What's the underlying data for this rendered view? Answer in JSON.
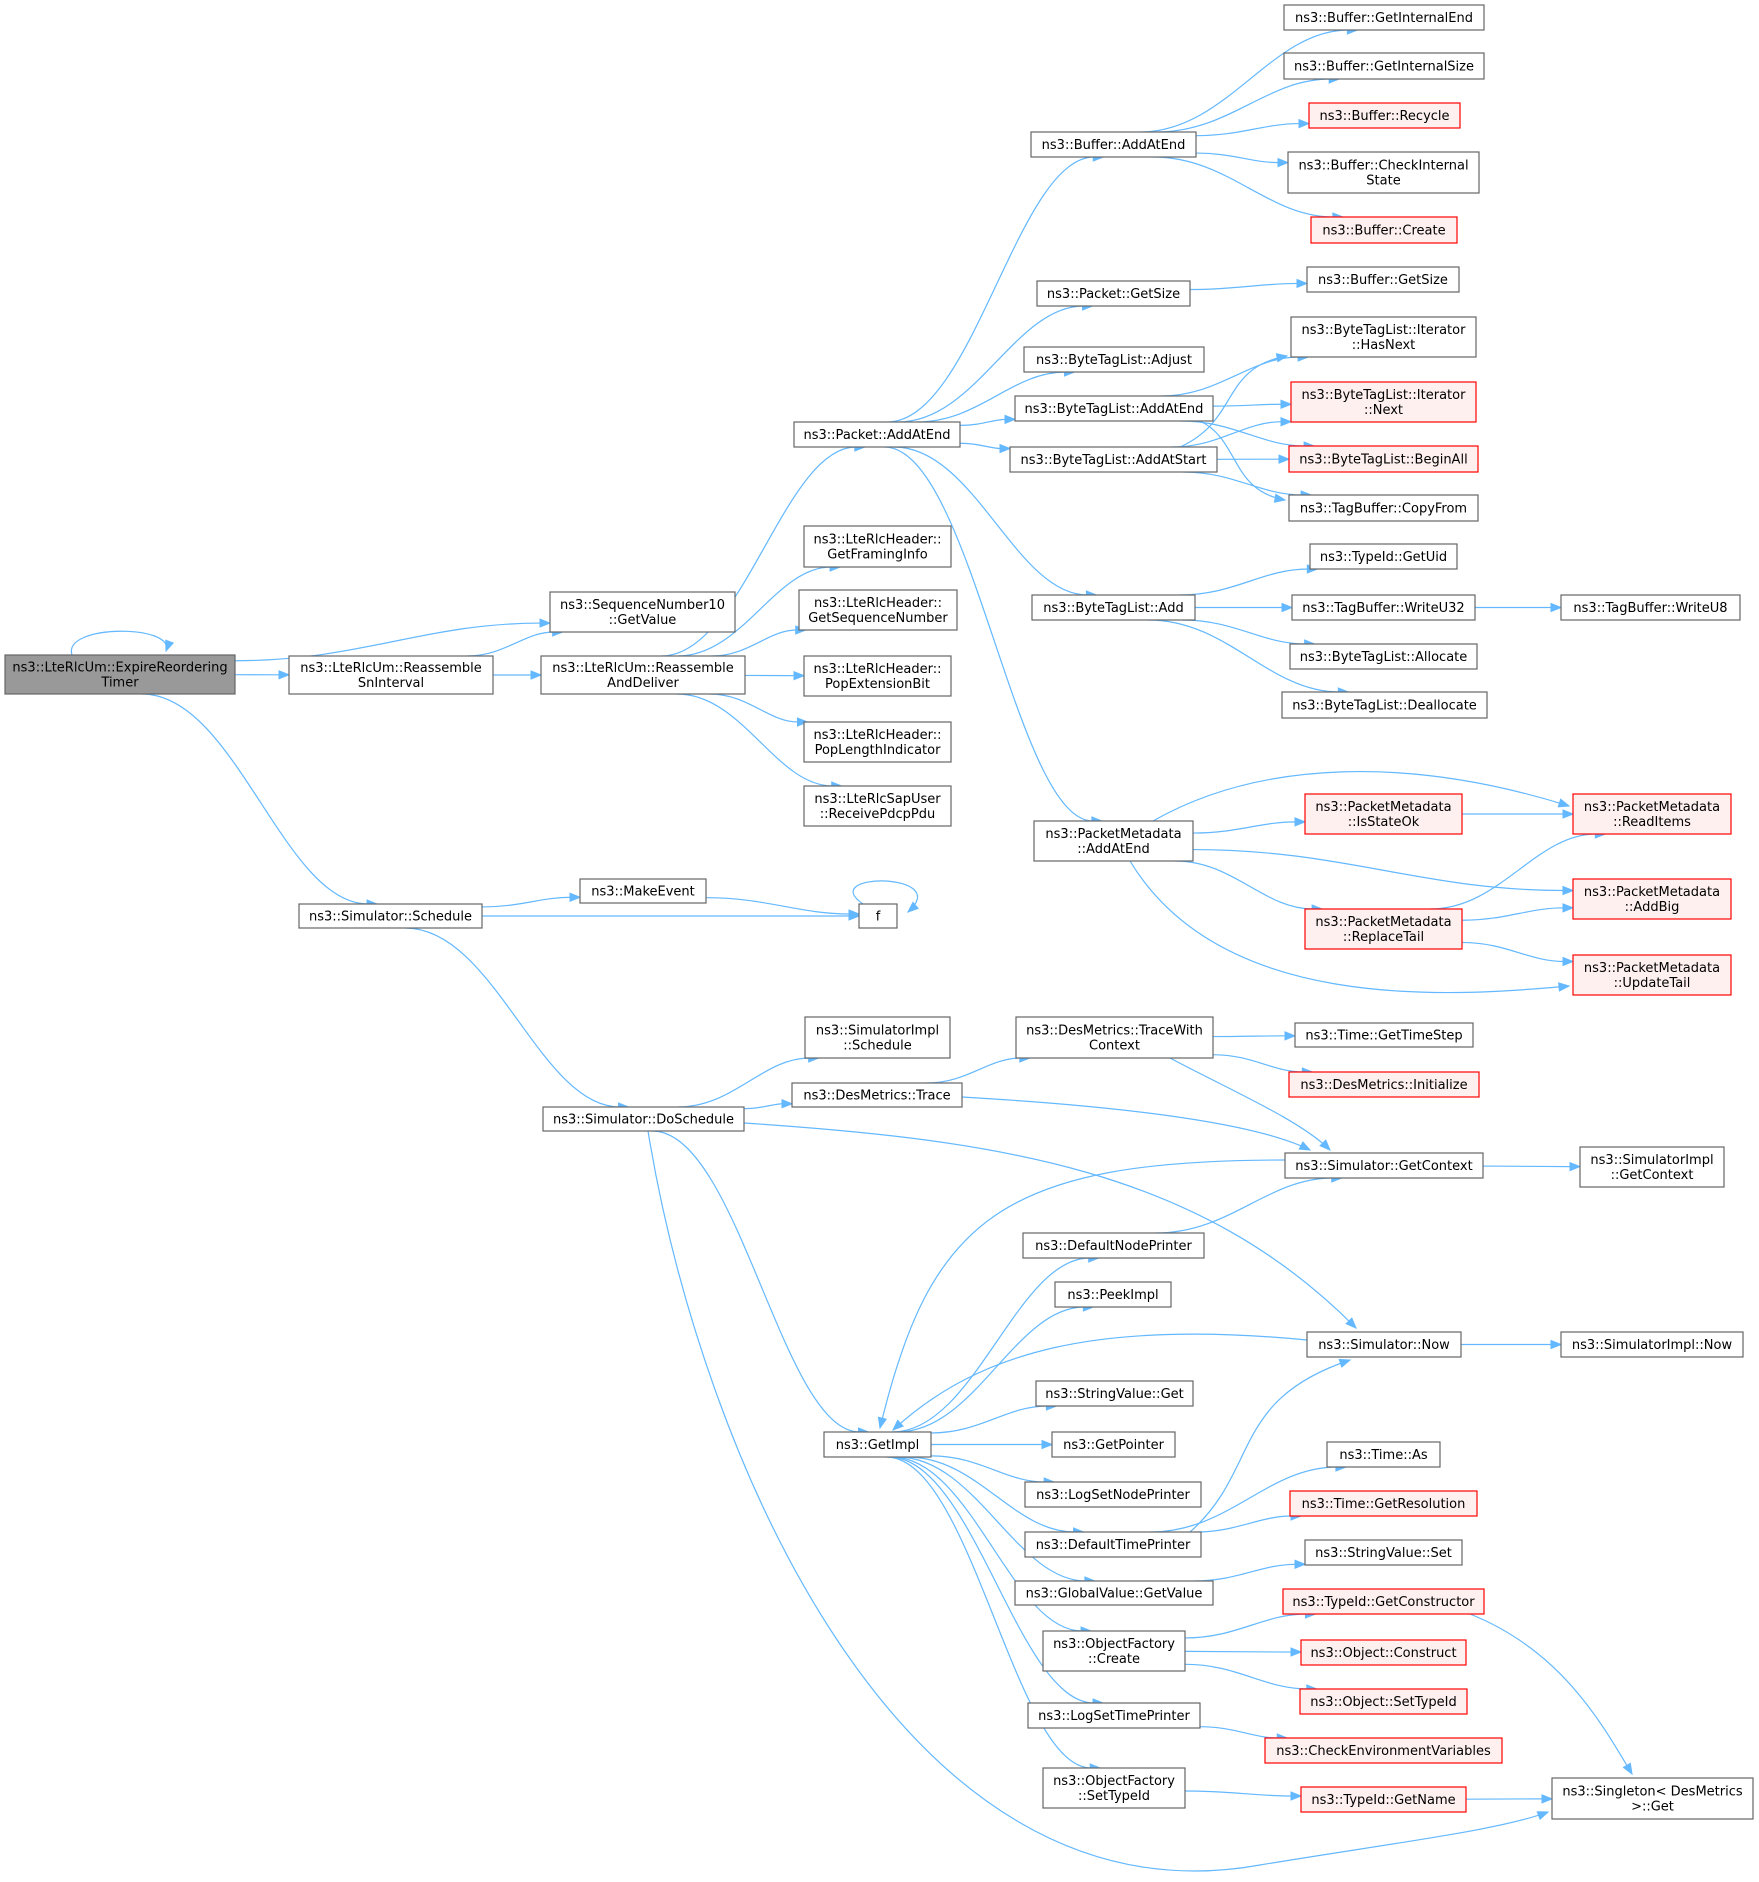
{
  "colors": {
    "edge": "#63b8ff",
    "node_border": "#666666",
    "node_fill": "#ffffff",
    "root_fill": "#999999",
    "root_border": "#666666",
    "truncated_border": "#ff0000",
    "truncated_fill": "#fff0f0"
  },
  "nodes": [
    {
      "id": "root",
      "lines": [
        "ns3::LteRlcUm::ExpireReordering",
        "Timer"
      ],
      "kind": "root"
    },
    {
      "id": "sn_getvalue",
      "lines": [
        "ns3::SequenceNumber10",
        "::GetValue"
      ],
      "kind": "normal"
    },
    {
      "id": "reassemble_sn",
      "lines": [
        "ns3::LteRlcUm::Reassemble",
        "SnInterval"
      ],
      "kind": "normal"
    },
    {
      "id": "reassemble_deliver",
      "lines": [
        "ns3::LteRlcUm::Reassemble",
        "AndDeliver"
      ],
      "kind": "normal"
    },
    {
      "id": "sim_schedule",
      "lines": [
        "ns3::Simulator::Schedule"
      ],
      "kind": "normal"
    },
    {
      "id": "makeevent",
      "lines": [
        "ns3::MakeEvent"
      ],
      "kind": "normal"
    },
    {
      "id": "f",
      "lines": [
        "f"
      ],
      "kind": "normal"
    },
    {
      "id": "packet_addatend",
      "lines": [
        "ns3::Packet::AddAtEnd"
      ],
      "kind": "normal"
    },
    {
      "id": "rlc_framing",
      "lines": [
        "ns3::LteRlcHeader::",
        "GetFramingInfo"
      ],
      "kind": "normal"
    },
    {
      "id": "rlc_seqnum",
      "lines": [
        "ns3::LteRlcHeader::",
        "GetSequenceNumber"
      ],
      "kind": "normal"
    },
    {
      "id": "rlc_popext",
      "lines": [
        "ns3::LteRlcHeader::",
        "PopExtensionBit"
      ],
      "kind": "normal"
    },
    {
      "id": "rlc_poplen",
      "lines": [
        "ns3::LteRlcHeader::",
        "PopLengthIndicator"
      ],
      "kind": "normal"
    },
    {
      "id": "rlc_receive",
      "lines": [
        "ns3::LteRlcSapUser",
        "::ReceivePdcpPdu"
      ],
      "kind": "normal"
    },
    {
      "id": "buffer_addatend",
      "lines": [
        "ns3::Buffer::AddAtEnd"
      ],
      "kind": "normal"
    },
    {
      "id": "packet_getsize",
      "lines": [
        "ns3::Packet::GetSize"
      ],
      "kind": "normal"
    },
    {
      "id": "btl_adjust",
      "lines": [
        "ns3::ByteTagList::Adjust"
      ],
      "kind": "normal"
    },
    {
      "id": "btl_addatend",
      "lines": [
        "ns3::ByteTagList::AddAtEnd"
      ],
      "kind": "normal"
    },
    {
      "id": "btl_addatstart",
      "lines": [
        "ns3::ByteTagList::AddAtStart"
      ],
      "kind": "normal"
    },
    {
      "id": "btl_add",
      "lines": [
        "ns3::ByteTagList::Add"
      ],
      "kind": "normal"
    },
    {
      "id": "pm_addatend",
      "lines": [
        "ns3::PacketMetadata",
        "::AddAtEnd"
      ],
      "kind": "normal"
    },
    {
      "id": "buf_getinternalend",
      "lines": [
        "ns3::Buffer::GetInternalEnd"
      ],
      "kind": "normal"
    },
    {
      "id": "buf_getinternalsize",
      "lines": [
        "ns3::Buffer::GetInternalSize"
      ],
      "kind": "normal"
    },
    {
      "id": "buf_recycle",
      "lines": [
        "ns3::Buffer::Recycle"
      ],
      "kind": "truncated"
    },
    {
      "id": "buf_checkinternal",
      "lines": [
        "ns3::Buffer::CheckInternal",
        "State"
      ],
      "kind": "normal"
    },
    {
      "id": "buf_create",
      "lines": [
        "ns3::Buffer::Create"
      ],
      "kind": "truncated"
    },
    {
      "id": "buf_getsize",
      "lines": [
        "ns3::Buffer::GetSize"
      ],
      "kind": "normal"
    },
    {
      "id": "btl_it_hasnext",
      "lines": [
        "ns3::ByteTagList::Iterator",
        "::HasNext"
      ],
      "kind": "normal"
    },
    {
      "id": "btl_it_next",
      "lines": [
        "ns3::ByteTagList::Iterator",
        "::Next"
      ],
      "kind": "truncated"
    },
    {
      "id": "btl_beginall",
      "lines": [
        "ns3::ByteTagList::BeginAll"
      ],
      "kind": "truncated"
    },
    {
      "id": "tagbuf_copyfrom",
      "lines": [
        "ns3::TagBuffer::CopyFrom"
      ],
      "kind": "normal"
    },
    {
      "id": "typeid_getuid",
      "lines": [
        "ns3::TypeId::GetUid"
      ],
      "kind": "normal"
    },
    {
      "id": "tagbuf_writeu32",
      "lines": [
        "ns3::TagBuffer::WriteU32"
      ],
      "kind": "normal"
    },
    {
      "id": "tagbuf_writeu8",
      "lines": [
        "ns3::TagBuffer::WriteU8"
      ],
      "kind": "normal"
    },
    {
      "id": "btl_allocate",
      "lines": [
        "ns3::ByteTagList::Allocate"
      ],
      "kind": "normal"
    },
    {
      "id": "btl_deallocate",
      "lines": [
        "ns3::ByteTagList::Deallocate"
      ],
      "kind": "normal"
    },
    {
      "id": "pm_isstateok",
      "lines": [
        "ns3::PacketMetadata",
        "::IsStateOk"
      ],
      "kind": "truncated"
    },
    {
      "id": "pm_readitems",
      "lines": [
        "ns3::PacketMetadata",
        "::ReadItems"
      ],
      "kind": "truncated"
    },
    {
      "id": "pm_addbig",
      "lines": [
        "ns3::PacketMetadata",
        "::AddBig"
      ],
      "kind": "truncated"
    },
    {
      "id": "pm_replacetail",
      "lines": [
        "ns3::PacketMetadata",
        "::ReplaceTail"
      ],
      "kind": "truncated"
    },
    {
      "id": "pm_updatetail",
      "lines": [
        "ns3::PacketMetadata",
        "::UpdateTail"
      ],
      "kind": "truncated"
    },
    {
      "id": "simimpl_schedule",
      "lines": [
        "ns3::SimulatorImpl",
        "::Schedule"
      ],
      "kind": "normal"
    },
    {
      "id": "sim_doschedule",
      "lines": [
        "ns3::Simulator::DoSchedule"
      ],
      "kind": "normal"
    },
    {
      "id": "desmetrics_trace",
      "lines": [
        "ns3::DesMetrics::Trace"
      ],
      "kind": "normal"
    },
    {
      "id": "desmetrics_tracewith",
      "lines": [
        "ns3::DesMetrics::TraceWith",
        "Context"
      ],
      "kind": "normal"
    },
    {
      "id": "time_gettimestep",
      "lines": [
        "ns3::Time::GetTimeStep"
      ],
      "kind": "normal"
    },
    {
      "id": "desmetrics_init",
      "lines": [
        "ns3::DesMetrics::Initialize"
      ],
      "kind": "truncated"
    },
    {
      "id": "sim_getcontext",
      "lines": [
        "ns3::Simulator::GetContext"
      ],
      "kind": "normal"
    },
    {
      "id": "simimpl_getcontext",
      "lines": [
        "ns3::SimulatorImpl",
        "::GetContext"
      ],
      "kind": "normal"
    },
    {
      "id": "defaultnodeprinter",
      "lines": [
        "ns3::DefaultNodePrinter"
      ],
      "kind": "normal"
    },
    {
      "id": "peekimpl",
      "lines": [
        "ns3::PeekImpl"
      ],
      "kind": "normal"
    },
    {
      "id": "sim_now",
      "lines": [
        "ns3::Simulator::Now"
      ],
      "kind": "normal"
    },
    {
      "id": "simimpl_now",
      "lines": [
        "ns3::SimulatorImpl::Now"
      ],
      "kind": "normal"
    },
    {
      "id": "stringvalue_get",
      "lines": [
        "ns3::StringValue::Get"
      ],
      "kind": "normal"
    },
    {
      "id": "getimpl",
      "lines": [
        "ns3::GetImpl"
      ],
      "kind": "normal"
    },
    {
      "id": "getpointer",
      "lines": [
        "ns3::GetPointer"
      ],
      "kind": "normal"
    },
    {
      "id": "logsetnodeprinter",
      "lines": [
        "ns3::LogSetNodePrinter"
      ],
      "kind": "normal"
    },
    {
      "id": "time_as",
      "lines": [
        "ns3::Time::As"
      ],
      "kind": "normal"
    },
    {
      "id": "time_getresolution",
      "lines": [
        "ns3::Time::GetResolution"
      ],
      "kind": "truncated"
    },
    {
      "id": "defaulttimeprinter",
      "lines": [
        "ns3::DefaultTimePrinter"
      ],
      "kind": "normal"
    },
    {
      "id": "stringvalue_set",
      "lines": [
        "ns3::StringValue::Set"
      ],
      "kind": "normal"
    },
    {
      "id": "globalvalue_getvalue",
      "lines": [
        "ns3::GlobalValue::GetValue"
      ],
      "kind": "normal"
    },
    {
      "id": "typeid_getconstructor",
      "lines": [
        "ns3::TypeId::GetConstructor"
      ],
      "kind": "truncated"
    },
    {
      "id": "objectfactory_create",
      "lines": [
        "ns3::ObjectFactory",
        "::Create"
      ],
      "kind": "normal"
    },
    {
      "id": "object_construct",
      "lines": [
        "ns3::Object::Construct"
      ],
      "kind": "truncated"
    },
    {
      "id": "object_settypeid",
      "lines": [
        "ns3::Object::SetTypeId"
      ],
      "kind": "truncated"
    },
    {
      "id": "logsettimeprinter",
      "lines": [
        "ns3::LogSetTimePrinter"
      ],
      "kind": "normal"
    },
    {
      "id": "checkenvvars",
      "lines": [
        "ns3::CheckEnvironmentVariables"
      ],
      "kind": "truncated"
    },
    {
      "id": "objectfactory_settypeid",
      "lines": [
        "ns3::ObjectFactory",
        "::SetTypeId"
      ],
      "kind": "normal"
    },
    {
      "id": "typeid_getname",
      "lines": [
        "ns3::TypeId::GetName"
      ],
      "kind": "truncated"
    },
    {
      "id": "singleton_get",
      "lines": [
        "ns3::Singleton< DesMetrics",
        ">::Get"
      ],
      "kind": "normal"
    }
  ],
  "edges": [
    [
      "root",
      "root"
    ],
    [
      "root",
      "sn_getvalue"
    ],
    [
      "root",
      "reassemble_sn"
    ],
    [
      "root",
      "sim_schedule"
    ],
    [
      "reassemble_sn",
      "sn_getvalue"
    ],
    [
      "reassemble_sn",
      "reassemble_deliver"
    ],
    [
      "reassemble_deliver",
      "packet_addatend"
    ],
    [
      "reassemble_deliver",
      "rlc_framing"
    ],
    [
      "reassemble_deliver",
      "rlc_seqnum"
    ],
    [
      "reassemble_deliver",
      "rlc_popext"
    ],
    [
      "reassemble_deliver",
      "rlc_poplen"
    ],
    [
      "reassemble_deliver",
      "rlc_receive"
    ],
    [
      "sim_schedule",
      "makeevent"
    ],
    [
      "sim_schedule",
      "f"
    ],
    [
      "sim_schedule",
      "sim_doschedule"
    ],
    [
      "makeevent",
      "f"
    ],
    [
      "f",
      "f"
    ],
    [
      "packet_addatend",
      "buffer_addatend"
    ],
    [
      "packet_addatend",
      "packet_getsize"
    ],
    [
      "packet_addatend",
      "btl_adjust"
    ],
    [
      "packet_addatend",
      "btl_addatend"
    ],
    [
      "packet_addatend",
      "btl_addatstart"
    ],
    [
      "packet_addatend",
      "btl_add"
    ],
    [
      "packet_addatend",
      "pm_addatend"
    ],
    [
      "buffer_addatend",
      "buf_getinternalend"
    ],
    [
      "buffer_addatend",
      "buf_getinternalsize"
    ],
    [
      "buffer_addatend",
      "buf_recycle"
    ],
    [
      "buffer_addatend",
      "buf_checkinternal"
    ],
    [
      "buffer_addatend",
      "buf_create"
    ],
    [
      "packet_getsize",
      "buf_getsize"
    ],
    [
      "btl_addatend",
      "btl_it_hasnext"
    ],
    [
      "btl_addatend",
      "btl_it_next"
    ],
    [
      "btl_addatend",
      "btl_beginall"
    ],
    [
      "btl_addatend",
      "tagbuf_copyfrom"
    ],
    [
      "btl_addatstart",
      "btl_it_hasnext"
    ],
    [
      "btl_addatstart",
      "btl_it_next"
    ],
    [
      "btl_addatstart",
      "btl_beginall"
    ],
    [
      "btl_addatstart",
      "tagbuf_copyfrom"
    ],
    [
      "btl_add",
      "typeid_getuid"
    ],
    [
      "btl_add",
      "tagbuf_writeu32"
    ],
    [
      "btl_add",
      "btl_allocate"
    ],
    [
      "btl_add",
      "btl_deallocate"
    ],
    [
      "tagbuf_writeu32",
      "tagbuf_writeu8"
    ],
    [
      "pm_addatend",
      "pm_isstateok"
    ],
    [
      "pm_addatend",
      "pm_readitems"
    ],
    [
      "pm_addatend",
      "pm_addbig"
    ],
    [
      "pm_addatend",
      "pm_replacetail"
    ],
    [
      "pm_addatend",
      "pm_updatetail"
    ],
    [
      "pm_isstateok",
      "pm_readitems"
    ],
    [
      "pm_replacetail",
      "pm_readitems"
    ],
    [
      "pm_replacetail",
      "pm_addbig"
    ],
    [
      "pm_replacetail",
      "pm_updatetail"
    ],
    [
      "sim_doschedule",
      "simimpl_schedule"
    ],
    [
      "sim_doschedule",
      "desmetrics_trace"
    ],
    [
      "sim_doschedule",
      "sim_now"
    ],
    [
      "sim_doschedule",
      "getimpl"
    ],
    [
      "sim_doschedule",
      "singleton_get"
    ],
    [
      "desmetrics_trace",
      "desmetrics_tracewith"
    ],
    [
      "desmetrics_trace",
      "sim_getcontext"
    ],
    [
      "desmetrics_tracewith",
      "time_gettimestep"
    ],
    [
      "desmetrics_tracewith",
      "desmetrics_init"
    ],
    [
      "desmetrics_tracewith",
      "sim_getcontext"
    ],
    [
      "sim_getcontext",
      "simimpl_getcontext"
    ],
    [
      "sim_getcontext",
      "getimpl"
    ],
    [
      "defaultnodeprinter",
      "sim_getcontext"
    ],
    [
      "sim_now",
      "simimpl_now"
    ],
    [
      "sim_now",
      "getimpl"
    ],
    [
      "getimpl",
      "defaultnodeprinter"
    ],
    [
      "getimpl",
      "peekimpl"
    ],
    [
      "getimpl",
      "stringvalue_get"
    ],
    [
      "getimpl",
      "getpointer"
    ],
    [
      "getimpl",
      "logsetnodeprinter"
    ],
    [
      "getimpl",
      "defaulttimeprinter"
    ],
    [
      "getimpl",
      "globalvalue_getvalue"
    ],
    [
      "getimpl",
      "objectfactory_create"
    ],
    [
      "getimpl",
      "logsettimeprinter"
    ],
    [
      "getimpl",
      "objectfactory_settypeid"
    ],
    [
      "defaulttimeprinter",
      "sim_now"
    ],
    [
      "defaulttimeprinter",
      "time_as"
    ],
    [
      "defaulttimeprinter",
      "time_getresolution"
    ],
    [
      "globalvalue_getvalue",
      "stringvalue_set"
    ],
    [
      "objectfactory_create",
      "typeid_getconstructor"
    ],
    [
      "objectfactory_create",
      "object_construct"
    ],
    [
      "objectfactory_create",
      "object_settypeid"
    ],
    [
      "typeid_getconstructor",
      "singleton_get"
    ],
    [
      "logsettimeprinter",
      "checkenvvars"
    ],
    [
      "objectfactory_settypeid",
      "typeid_getname"
    ],
    [
      "typeid_getname",
      "singleton_get"
    ]
  ]
}
